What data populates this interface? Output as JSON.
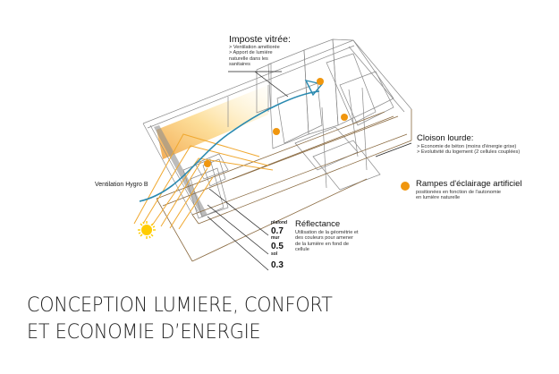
{
  "colors": {
    "light_dot": "#f0960e",
    "ventilation": "#2a8ab0",
    "sun": "#ffcc00",
    "sun_rays": "#f0a830",
    "structure": "#8a6a40",
    "wireframe": "#8a8a8a"
  },
  "imposte": {
    "title": "Imposte vitrée:",
    "lines": [
      "> Ventilation améliorée",
      "> Apport de lumière",
      "naturelle dans les",
      "sanitaires"
    ]
  },
  "cloison": {
    "title": "Cloison lourde:",
    "lines": [
      "> Economie de béton (moins d'énergie grise)",
      "> Evolutivité du logement (2 cellules couplées)"
    ]
  },
  "rampes": {
    "icon": "orange-dot-icon",
    "title": "Rampes d'éclairage artificiel",
    "lines": [
      "positionées en fonction de l'autonomie",
      "en lumière naturelle"
    ]
  },
  "ventilation": {
    "label": "Ventilation Hygro B"
  },
  "reflectance": {
    "title": "Réflectance",
    "lines": [
      "Utilisation de la géométrie et",
      "des couleurs pour amener",
      "de la lumière en fond de",
      "cellule"
    ],
    "values": [
      {
        "name": "plafond",
        "value": "0.7"
      },
      {
        "name": "mur",
        "value": "0.5"
      },
      {
        "name": "sol",
        "value": "0.3"
      }
    ]
  },
  "heading": {
    "line1": "CONCEPTION LUMIERE, CONFORT",
    "line2": "ET ECONOMIE D’ENERGIE"
  }
}
